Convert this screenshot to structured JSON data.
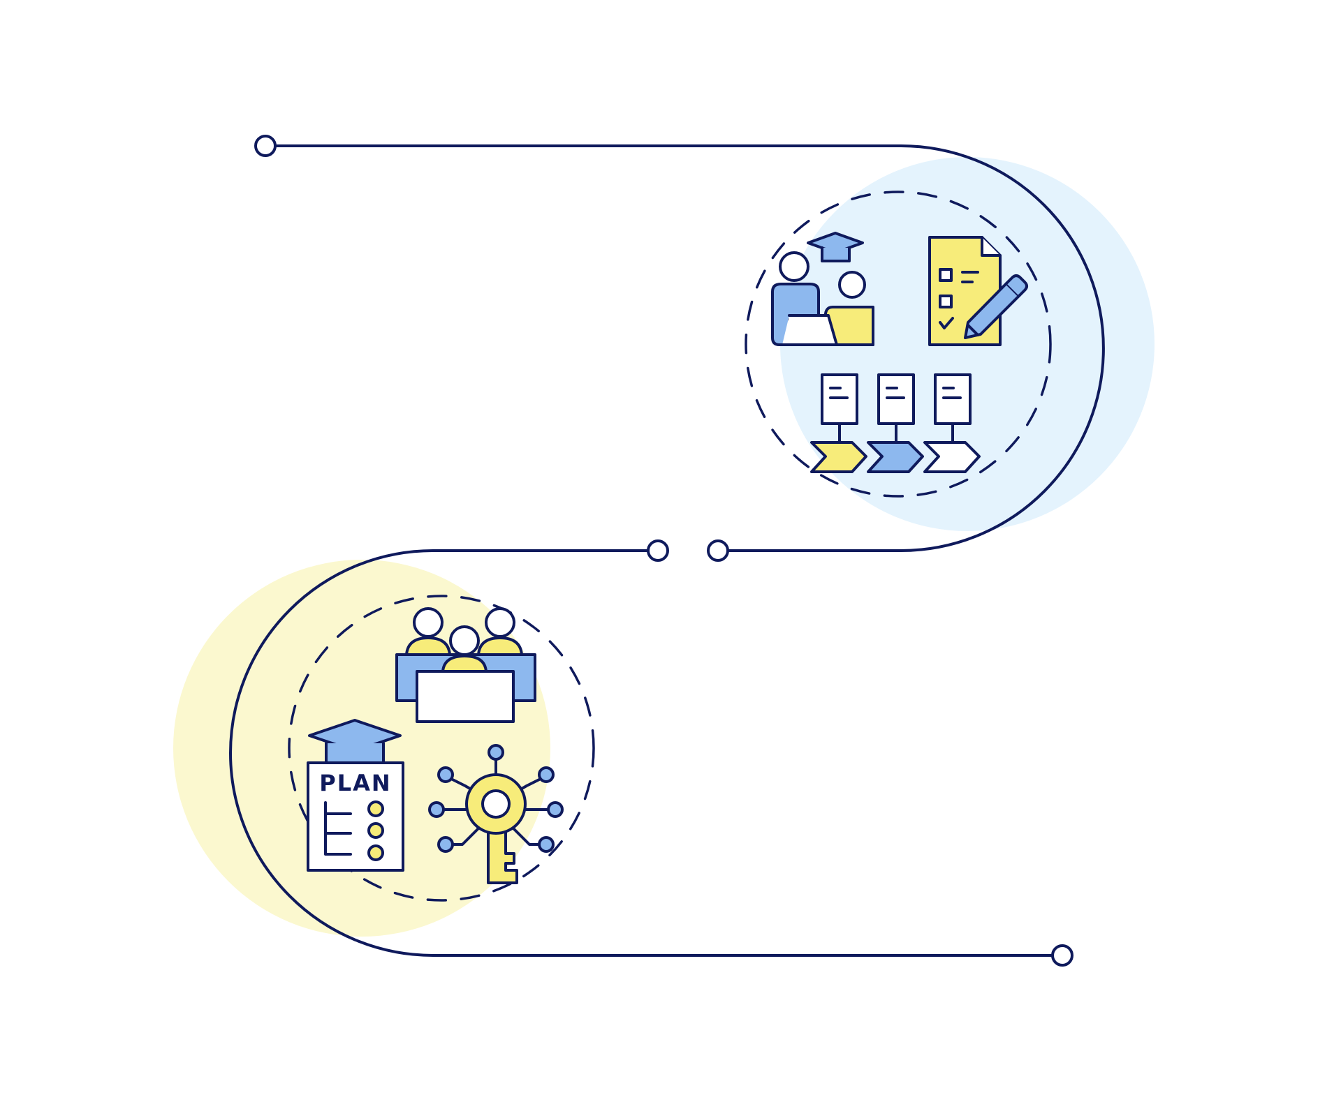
{
  "colors": {
    "line": "#0f1a5c",
    "blue_fill": "#8db8ee",
    "yellow_fill": "#f7ec7a",
    "blue_bg": "#e4f3fd",
    "yellow_bg": "#fbf8cf",
    "white": "#ffffff"
  },
  "connector": {
    "nodes": [
      "start-node",
      "mid-node-left",
      "mid-node-right",
      "end-node"
    ]
  },
  "step_top": {
    "background_tint": "blue",
    "icons": [
      "mentoring-icon",
      "checklist-pencil-icon",
      "process-steps-icon"
    ]
  },
  "step_bottom": {
    "background_tint": "yellow",
    "icons": [
      "team-meeting-icon",
      "education-plan-icon",
      "key-network-icon"
    ],
    "plan_label": "PLAN"
  }
}
